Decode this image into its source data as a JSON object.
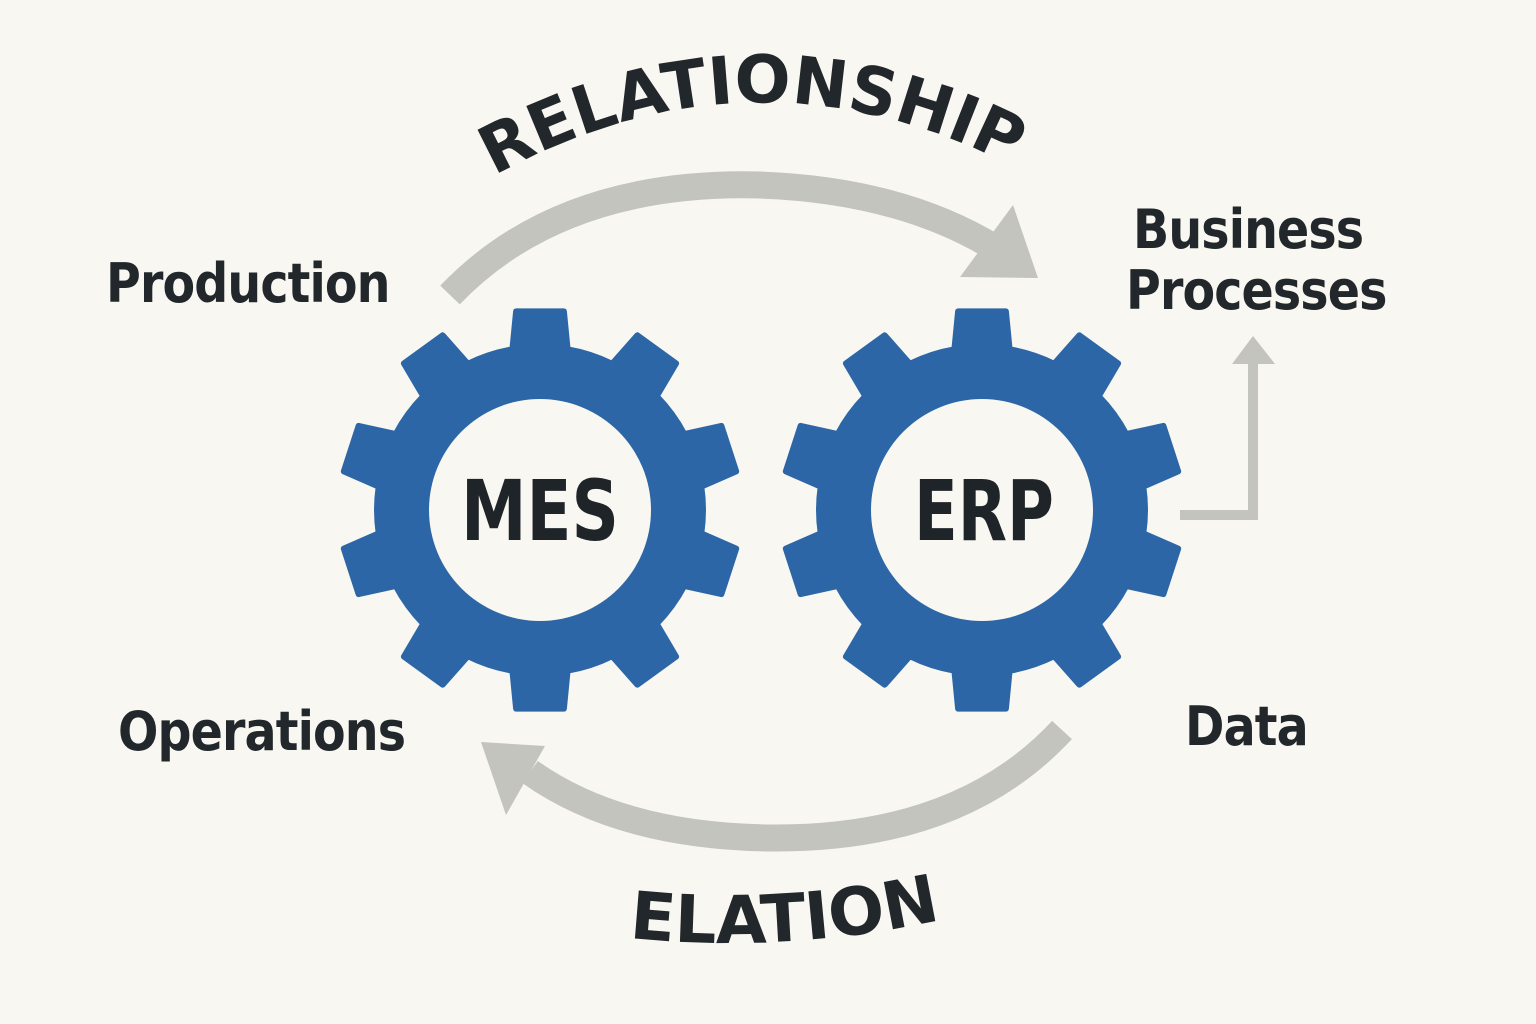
{
  "title_top": "RELATIONSHIP",
  "title_bottom": "RELATION",
  "gears": [
    {
      "label": "MES"
    },
    {
      "label": "ERP"
    }
  ],
  "labels": {
    "production": "Production",
    "operations": "Operations",
    "business_line1": "Business",
    "business_line2": "Processes",
    "data": "Data"
  },
  "colors": {
    "gear": "#2c66a6",
    "arrow": "#c4c4bf",
    "text": "#22272b",
    "background": "#f8f7f2"
  }
}
